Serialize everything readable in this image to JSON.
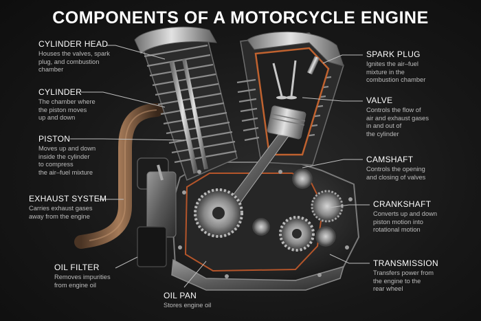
{
  "title": "COMPONENTS OF A MOTORCYCLE ENGINE",
  "components": [
    {
      "id": "cylinder-head",
      "name": "CYLINDER HEAD",
      "desc": [
        "Houses the valves, spark",
        "plug, and combustion",
        "chamber"
      ]
    },
    {
      "id": "cylinder",
      "name": "CYLINDER",
      "desc": [
        "The chamber where",
        "the piston moves",
        "up and down"
      ]
    },
    {
      "id": "piston",
      "name": "PISTON",
      "desc": [
        "Moves up and down",
        "inside the cylinder",
        "to compress",
        "the air–fuel mixture"
      ]
    },
    {
      "id": "exhaust-system",
      "name": "EXHAUST SYSTEM",
      "desc": [
        "Carries exhaust gases",
        "away from the engine"
      ]
    },
    {
      "id": "oil-filter",
      "name": "OIL FILTER",
      "desc": [
        "Removes impurities",
        "from engine oil"
      ]
    },
    {
      "id": "oil-pan",
      "name": "OIL PAN",
      "desc": [
        "Stores engine oil"
      ]
    },
    {
      "id": "spark-plug",
      "name": "SPARK PLUG",
      "desc": [
        "Ignites the air–fuel",
        "mixture in the",
        "combustion chamber"
      ]
    },
    {
      "id": "valve",
      "name": "VALVE",
      "desc": [
        "Controls the flow of",
        "air and exhaust gases",
        "in and out of",
        "the cylinder"
      ]
    },
    {
      "id": "camshaft",
      "name": "CAMSHAFT",
      "desc": [
        "Controls the opening",
        "and closing of valves"
      ]
    },
    {
      "id": "crankshaft",
      "name": "CRANKSHAFT",
      "desc": [
        "Converts up and down",
        "piston motion into",
        "rotational motion"
      ]
    },
    {
      "id": "transmission",
      "name": "TRANSMISSION",
      "desc": [
        "Transfers power from",
        "the engine to the",
        "rear wheel"
      ]
    }
  ]
}
